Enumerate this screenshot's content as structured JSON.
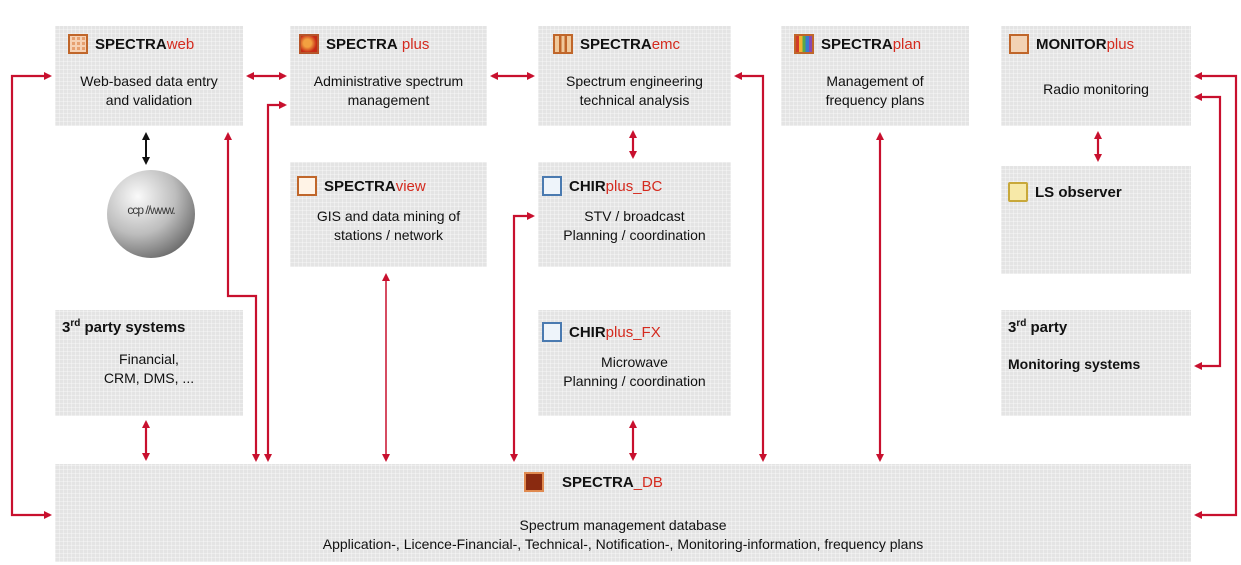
{
  "modules": {
    "web": {
      "brand": "SPECTRA",
      "suffix": "web",
      "lines": [
        "Web-based data entry",
        "and validation"
      ]
    },
    "plus": {
      "brand": "SPECTRA",
      "suffix": " plus",
      "lines": [
        "Administrative spectrum",
        "management"
      ]
    },
    "emc": {
      "brand": "SPECTRA",
      "suffix": "emc",
      "lines": [
        "Spectrum engineering",
        "technical analysis"
      ]
    },
    "plan": {
      "brand": "SPECTRA",
      "suffix": "plan",
      "lines": [
        "Management of",
        "frequency plans"
      ]
    },
    "monitor": {
      "brand": "MONITOR",
      "suffix": "plus",
      "lines": [
        "Radio monitoring"
      ]
    },
    "view": {
      "brand": "SPECTRA",
      "suffix": "view",
      "lines": [
        "GIS and data mining of",
        "stations / network"
      ]
    },
    "bc": {
      "brand": "CHIR",
      "suffix": "plus_BC",
      "lines": [
        "STV / broadcast",
        "Planning / coordination"
      ]
    },
    "fx": {
      "brand": "CHIR",
      "suffix": "plus_FX",
      "lines": [
        "Microwave",
        "Planning / coordination"
      ]
    },
    "ls": {
      "title": "LS observer"
    },
    "third1": {
      "pre": "3",
      "sup": "rd",
      "post": " party systems",
      "lines": [
        "Financial,",
        "CRM, DMS, ..."
      ]
    },
    "third2": {
      "pre": "3",
      "sup": "rd",
      "post": " party",
      "subtitle": "Monitoring systems"
    },
    "db": {
      "brand": "SPECTRA",
      "suffix": "_DB",
      "lines": [
        "Spectrum management database",
        "Application-, Licence-Financial-, Technical-, Notification-, Monitoring-information, frequency plans"
      ]
    }
  },
  "globe_text": "ccp //www.",
  "colors": {
    "box": "#e4e4e4",
    "arrow": "#c8102e",
    "accent": "#d42a1e"
  },
  "icons": {
    "web": "grid-icon",
    "plus": "sphere-icon",
    "emc": "bars-icon",
    "plan": "spectrum-icon",
    "monitor": "monitor-icon",
    "view": "signal-icon",
    "bc": "chir-bc-icon",
    "fx": "chir-fx-icon",
    "ls": "observer-icon",
    "db": "database-icon"
  }
}
